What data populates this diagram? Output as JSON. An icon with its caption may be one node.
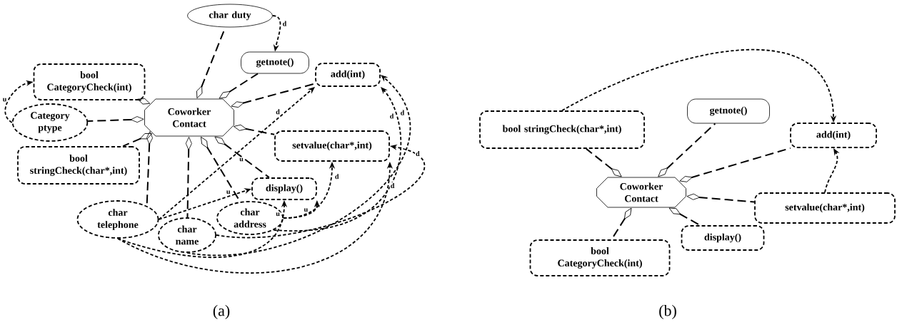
{
  "diagram": {
    "nodes": [
      {
        "text": [
          "Coworker Contact"
        ]
      },
      {
        "text": [
          "char duty"
        ]
      },
      {
        "text": [
          "getnote()"
        ]
      },
      {
        "text": [
          "bool CategoryCheck(int)"
        ]
      },
      {
        "text": [
          "add(int)"
        ]
      },
      {
        "text": [
          "Category ptype"
        ]
      },
      {
        "text": [
          "setvalue(char*,int)"
        ]
      },
      {
        "text": [
          "bool stringCheck(char*,int)"
        ]
      },
      {
        "text": [
          "display()"
        ]
      },
      {
        "text": [
          "char telephone"
        ]
      },
      {
        "text": [
          "char name"
        ]
      },
      {
        "text": [
          "char address"
        ]
      },
      {
        "text": [
          "bool stringCheck(char*,int)"
        ]
      },
      {
        "text": [
          "getnote()"
        ]
      },
      {
        "text": [
          "add(int)"
        ]
      },
      {
        "text": [
          "Coworker Contact"
        ]
      },
      {
        "text": [
          "setvalue(char*,int)"
        ]
      },
      {
        "text": [
          "bool CategoryCheck(int)"
        ]
      },
      {
        "text": [
          "display()"
        ]
      }
    ],
    "edges": [
      {
        "from": 0,
        "to": 1,
        "arrow": "other",
        "style": "dashed"
      },
      {
        "from": 0,
        "to": 2,
        "arrow": "other",
        "style": "dashed"
      },
      {
        "from": 0,
        "to": 3,
        "arrow": "other",
        "style": "dashed"
      },
      {
        "from": 0,
        "to": 4,
        "arrow": "other",
        "style": "dashed"
      },
      {
        "from": 0,
        "to": 5,
        "arrow": "other",
        "style": "dashed"
      },
      {
        "from": 0,
        "to": 6,
        "arrow": "other",
        "style": "dashed"
      },
      {
        "from": 0,
        "to": 7,
        "arrow": "other",
        "style": "dashed"
      },
      {
        "from": 0,
        "to": 8,
        "arrow": "other",
        "style": "dashed"
      },
      {
        "from": 0,
        "to": 9,
        "arrow": "other",
        "style": "dashed"
      },
      {
        "from": 0,
        "to": 10,
        "arrow": "other",
        "style": "dashed"
      },
      {
        "from": 0,
        "to": 11,
        "arrow": "other",
        "style": "dashed"
      },
      {
        "from": 1,
        "to": 2,
        "arrow": "to",
        "style": "dashed",
        "label": "d"
      },
      {
        "from": 5,
        "to": 3,
        "arrow": "to",
        "style": "dashed",
        "label": "u"
      },
      {
        "from": 9,
        "to": 4,
        "arrow": "to",
        "style": "dashed",
        "label": "d"
      },
      {
        "from": 9,
        "to": 8,
        "arrow": "to",
        "style": "dashed",
        "label": "u"
      },
      {
        "from": 11,
        "to": 8,
        "arrow": "to",
        "style": "dashed",
        "label": "u"
      },
      {
        "from": 9,
        "to": 8,
        "arrow": "to",
        "style": "dashed",
        "label": "u"
      },
      {
        "from": 11,
        "to": 6,
        "arrow": "to",
        "style": "dashed",
        "label": "d"
      },
      {
        "from": 9,
        "to": 6,
        "arrow": "to",
        "style": "dashed",
        "label": "d"
      },
      {
        "from": 10,
        "to": 6,
        "arrow": "to",
        "style": "dashed",
        "label": "d"
      },
      {
        "from": 11,
        "to": 4,
        "arrow": "to",
        "style": "dashed",
        "label": "d"
      },
      {
        "from": 10,
        "to": 4,
        "arrow": "to",
        "style": "dashed",
        "label": "d"
      },
      {
        "from": 15,
        "to": 12,
        "arrow": "other",
        "style": "dashed"
      },
      {
        "from": 15,
        "to": 13,
        "arrow": "other",
        "style": "dashed"
      },
      {
        "from": 15,
        "to": 14,
        "arrow": "other",
        "style": "dashed"
      },
      {
        "from": 15,
        "to": 16,
        "arrow": "other",
        "style": "dashed"
      },
      {
        "from": 15,
        "to": 17,
        "arrow": "other",
        "style": "dashed"
      },
      {
        "from": 15,
        "to": 18,
        "arrow": "other",
        "style": "dashed"
      },
      {
        "from": 12,
        "to": 14,
        "arrow": "to",
        "style": "dashed"
      },
      {
        "from": 16,
        "to": 14,
        "arrow": "to",
        "style": "dashed"
      }
    ],
    "labels": [
      "u",
      "(a)",
      "(b)"
    ]
  }
}
